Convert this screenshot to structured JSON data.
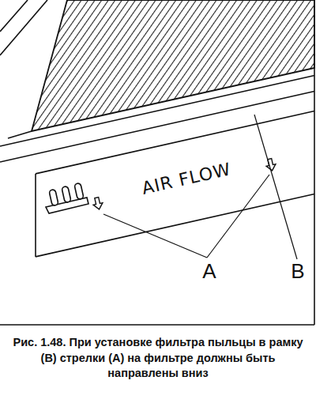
{
  "diagram": {
    "caption": "Рис. 1.48. При установке фильтра пыльцы в рамку (B) стрелки (A) на фильтре должны быть направлены вниз",
    "labels": [
      "AIR FLOW",
      "A",
      "B"
    ]
  }
}
